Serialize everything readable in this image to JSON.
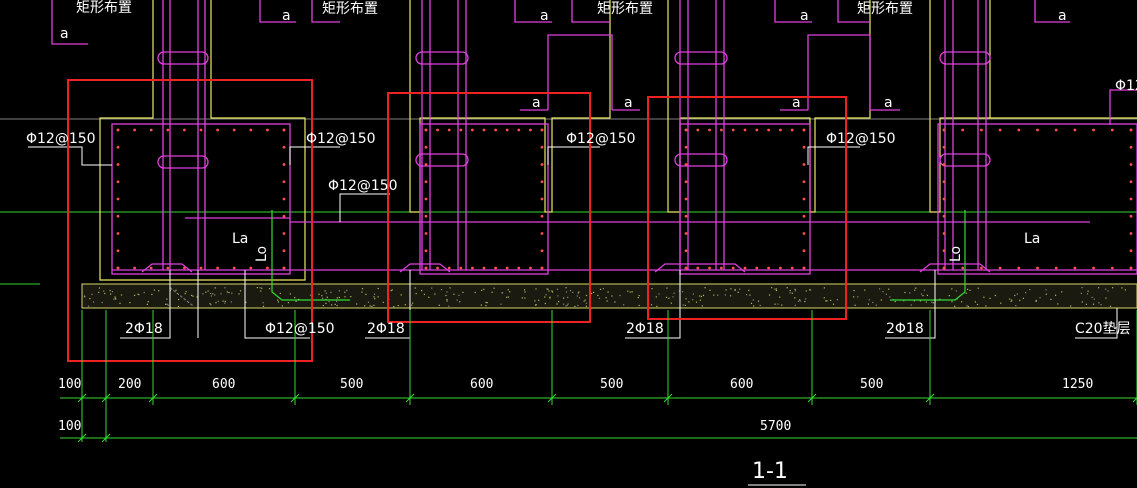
{
  "colors": {
    "background": "#000000",
    "rebar": "#e040e0",
    "dimension": "#33dd33",
    "text": "#ffffff",
    "column_outline": "#e8e860",
    "highlight": "#ee2222",
    "cushion": "#d8d86a"
  },
  "labels": {
    "layout_rect": "矩形布置",
    "anchorage_a": "a",
    "stirrup_spacing": "Φ12@150",
    "main_bars": "2Φ18",
    "anchorage_La": "La",
    "anchorage_Lo": "Lo",
    "cushion": "C20垫层",
    "section_title": "1-1"
  },
  "dimensions": {
    "row1": [
      "100",
      "200",
      "600",
      "500",
      "600",
      "500",
      "600",
      "500",
      "1250"
    ],
    "row2": [
      "100",
      "5700"
    ]
  }
}
